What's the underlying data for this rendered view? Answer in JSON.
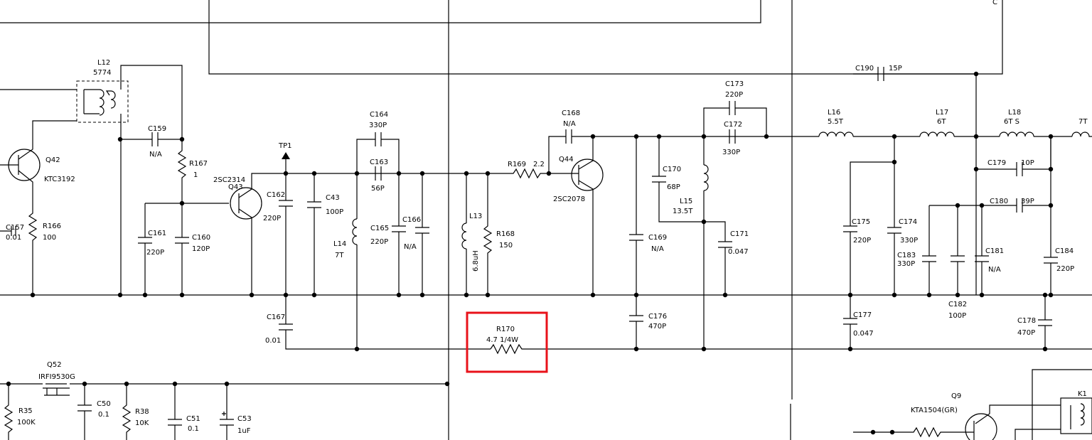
{
  "highlight_color": "#e8121a",
  "labels": {
    "L12": "L12",
    "L12_val": "5774",
    "Q42": "Q42",
    "Q42_part": "KTC3192",
    "C157": "C157",
    "C157_val": "0.01",
    "R166": "R166",
    "R166_val": "100",
    "C159": "C159",
    "C159_val": "N/A",
    "R167": "R167",
    "R167_val": "1",
    "C161": "C161",
    "C161_val": "220P",
    "C160": "C160",
    "C160_val": "120P",
    "Q43": "Q43",
    "Q43_part": "2SC2314",
    "TP1": "TP1",
    "C162": "C162",
    "C162_val": "220P",
    "C43": "C43",
    "C43_val": "100P",
    "C164": "C164",
    "C164_val": "330P",
    "C163": "C163",
    "C163_val": "56P",
    "C165": "C165",
    "C165_val": "220P",
    "C166": "C166",
    "C166_val": "N/A",
    "L14": "L14",
    "L14_val": "7T",
    "L13": "L13",
    "L13_val": "6.8uH",
    "R168": "R168",
    "R168_val": "150",
    "R169": "R169",
    "R169_val": "2.2",
    "C168": "C168",
    "C168_val": "N/A",
    "Q44": "Q44",
    "Q44_part": "2SC2078",
    "C170": "C170",
    "C170_val": "68P",
    "L15": "L15",
    "L15_val": "13.5T",
    "C173": "C173",
    "C173_val": "220P",
    "C172": "C172",
    "C172_val": "330P",
    "C171": "C171",
    "C171_val": "0.047",
    "C169": "C169",
    "C169_val": "N/A",
    "C190": "C190",
    "C190_val": "15P",
    "L16": "L16",
    "L16_val": "5.5T",
    "L17": "L17",
    "L17_val": "6T",
    "L18": "L18",
    "L18_val": "6T S",
    "L19_val": "7T",
    "C179": "C179",
    "C179_val": "10P",
    "C180": "C180",
    "C180_val": "39P",
    "C175": "C175",
    "C175_val": "220P",
    "C174": "C174",
    "C174_val": "330P",
    "C183": "C183",
    "C183_val": "330P",
    "C181": "C181",
    "C181_val": "N/A",
    "C182": "C182",
    "C182_val": "100P",
    "C184": "C184",
    "C184_val": "220P",
    "C167": "C167",
    "C167_val": "0.01",
    "R170": "R170",
    "R170_val": "4.7  1/4W",
    "C176": "C176",
    "C176_val": "470P",
    "C177": "C177",
    "C177_val": "0.047",
    "C178": "C178",
    "C178_val": "470P",
    "Q52": "Q52",
    "Q52_part": "IRFI9530G",
    "R35": "R35",
    "R35_val": "100K",
    "C50": "C50",
    "C50_val": "0.1",
    "R38": "R38",
    "R38_val": "10K",
    "C51": "C51",
    "C51_val": "0.1",
    "C53": "C53",
    "C53_val": "1uF",
    "Q9": "Q9",
    "Q9_part": "KTA1504(GR)",
    "K1": "K1",
    "edge_text": "C"
  }
}
